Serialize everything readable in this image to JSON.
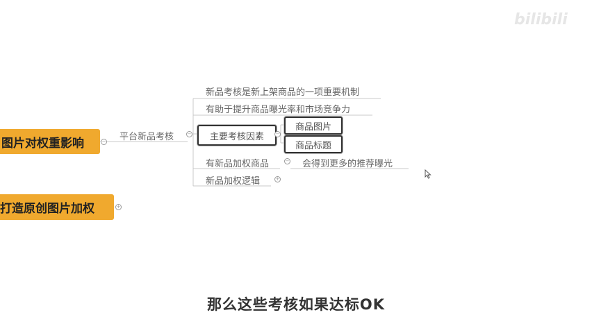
{
  "watermark": "bilibili",
  "left_nodes": {
    "node1": "图片对权重影响",
    "node2": "打造原创图片加权"
  },
  "mid_label": "平台新品考核",
  "branches": {
    "b1": "新品考核是新上架商品的一项重要机制",
    "b2": "有助于提升商品曝光率和市场竞争力",
    "b3": "主要考核因素",
    "b3_children": [
      "商品图片",
      "商品标题"
    ],
    "b4": "有新品加权商品",
    "b4_child": "会得到更多的推荐曝光",
    "b5": "新品加权逻辑"
  },
  "subtitle": "那么这些考核如果达标OK",
  "colors": {
    "node_fill": "#f0a92e",
    "connector": "#c8c8c8",
    "box_border": "#333333"
  }
}
